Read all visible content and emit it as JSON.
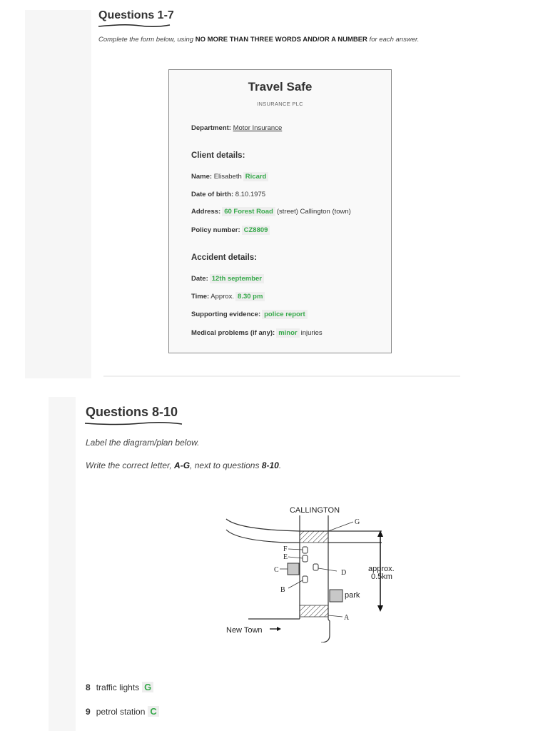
{
  "section1": {
    "heading": "Questions 1-7",
    "instruction_pre": "Complete the form below, using ",
    "instruction_bold": "NO MORE THAN THREE WORDS AND/OR A NUMBER",
    "instruction_post": " for each answer."
  },
  "form": {
    "title": "Travel Safe",
    "subtitle": "INSURANCE PLC",
    "department_label": "Department:",
    "department_value": "Motor Insurance",
    "client_heading": "Client details:",
    "name_label": "Name:",
    "name_prefix": "Elisabeth",
    "name_answer": "Ricard",
    "dob_label": "Date of birth:",
    "dob_value": "8.10.1975",
    "address_label": "Address:",
    "address_answer": "60 Forest Road",
    "address_suffix": "(street) Callington (town)",
    "policy_label": "Policy number:",
    "policy_answer": "CZ8809",
    "accident_heading": "Accident details:",
    "date_label": "Date:",
    "date_answer": "12th september",
    "time_label": "Time:",
    "time_prefix": "Approx.",
    "time_answer": "8.30 pm",
    "evidence_label": "Supporting evidence:",
    "evidence_answer": "police report",
    "medical_label": "Medical problems (if any):",
    "medical_answer": "minor",
    "medical_suffix": "injuries"
  },
  "section2": {
    "heading": "Questions 8-10",
    "instruction1": "Label the diagram/plan below.",
    "instruction2_pre": "Write the correct letter, ",
    "instruction2_bold1": "A-G",
    "instruction2_mid": ", next to questions ",
    "instruction2_bold2": "8-10",
    "instruction2_post": "."
  },
  "diagram": {
    "town": "CALLINGTON",
    "direction": "New Town",
    "distance_line1": "approx.",
    "distance_line2": "0.5km",
    "park": "park",
    "letters": {
      "a": "A",
      "b": "B",
      "c": "C",
      "d": "D",
      "e": "E",
      "f": "F",
      "g": "G"
    }
  },
  "questions": [
    {
      "num": "8",
      "text": "traffic lights",
      "answer": "G"
    },
    {
      "num": "9",
      "text": "petrol station",
      "answer": "C"
    }
  ]
}
